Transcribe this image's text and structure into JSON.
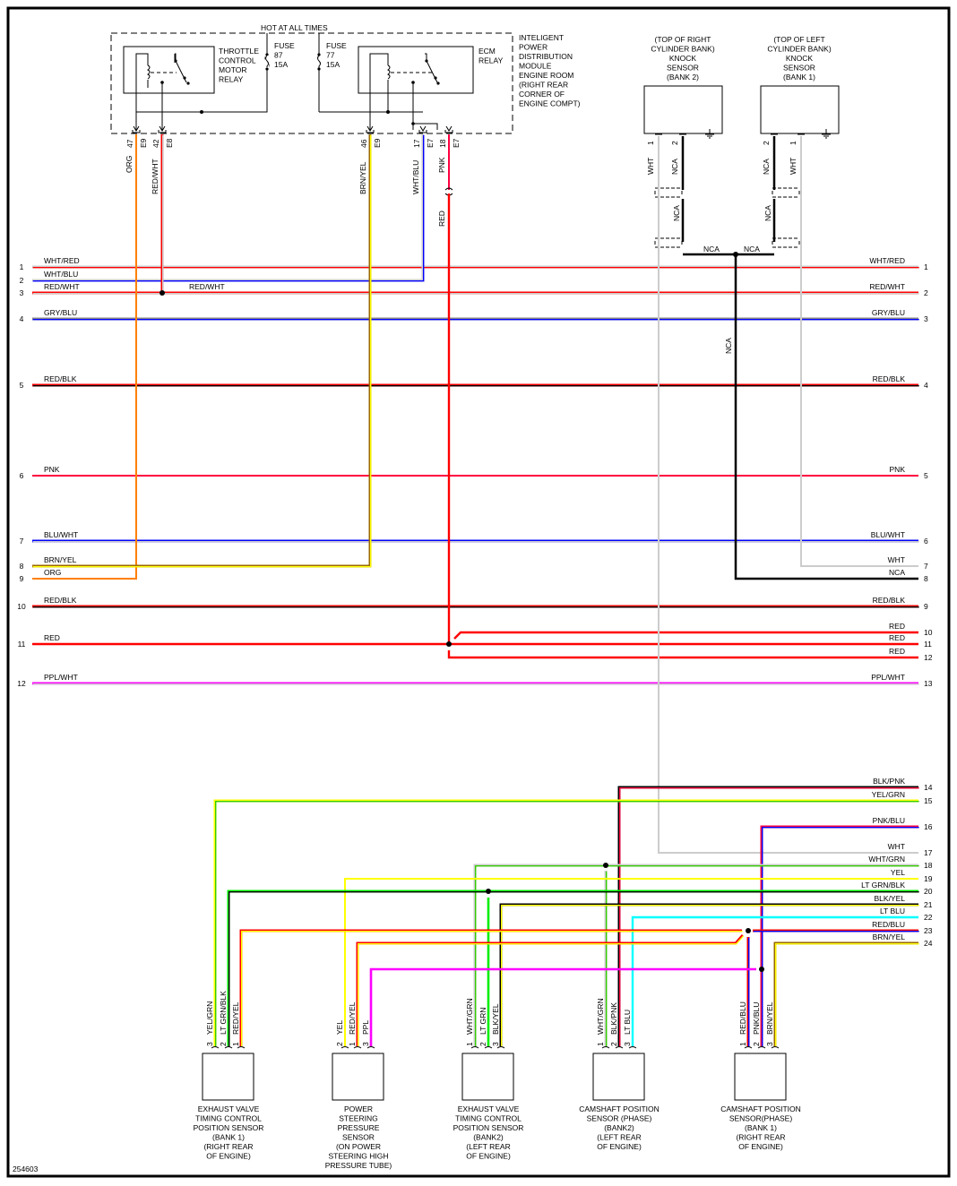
{
  "diagram_id": "254603",
  "ipdm": {
    "hot_label": "HOT AT ALL TIMES",
    "module_label": [
      "INTELIGENT",
      "POWER",
      "DISTRIBUTION",
      "MODULE",
      "ENGINE ROOM",
      "(RIGHT REAR",
      "CORNER OF",
      "ENGINE COMPT)"
    ],
    "throttle_relay_label": [
      "THROTTLE",
      "CONTROL",
      "MOTOR",
      "RELAY"
    ],
    "ecm_relay_label": [
      "ECM",
      "RELAY"
    ],
    "fuse_a": [
      "FUSE",
      "87",
      "15A"
    ],
    "fuse_b": [
      "FUSE",
      "77",
      "15A"
    ],
    "pins": [
      {
        "pin": "47",
        "conn": "E9",
        "wire": "ORG"
      },
      {
        "pin": "42",
        "conn": "E8",
        "wire": "RED/WHT"
      },
      {
        "pin": "46",
        "conn": "E9",
        "wire": "BRN/YEL"
      },
      {
        "pin": "17",
        "conn": "E7",
        "wire": "WHT/BLU"
      },
      {
        "pin": "18",
        "conn": "E7",
        "wire": "PNK"
      }
    ],
    "splice_wire": "RED"
  },
  "knock_sensors": [
    {
      "label": [
        "(TOP OF RIGHT",
        "CYLINDER BANK)",
        "KNOCK",
        "SENSOR",
        "(BANK 2)"
      ],
      "pins": [
        {
          "pin": "1",
          "wire": "WHT"
        },
        {
          "pin": "2",
          "wire": "NCA"
        }
      ]
    },
    {
      "label": [
        "(TOP OF LEFT",
        "CYLINDER BANK)",
        "KNOCK",
        "SENSOR",
        "(BANK 1)"
      ],
      "pins": [
        {
          "pin": "2",
          "wire": "NCA"
        },
        {
          "pin": "1",
          "wire": "WHT"
        }
      ]
    }
  ],
  "shield_labels": {
    "nca": "NCA"
  },
  "left_rows": [
    {
      "num": "1",
      "label": "WHT/RED"
    },
    {
      "num": "2",
      "label": "WHT/BLU"
    },
    {
      "num": "3",
      "label": "RED/WHT"
    },
    {
      "num": "4",
      "label": "GRY/BLU"
    },
    {
      "num": "5",
      "label": "RED/BLK"
    },
    {
      "num": "6",
      "label": "PNK"
    },
    {
      "num": "7",
      "label": "BLU/WHT"
    },
    {
      "num": "8",
      "label": "BRN/YEL"
    },
    {
      "num": "9",
      "label": "ORG"
    },
    {
      "num": "10",
      "label": "RED/BLK"
    },
    {
      "num": "11",
      "label": "RED"
    },
    {
      "num": "12",
      "label": "PPL/WHT"
    }
  ],
  "mid_label_row3": "RED/WHT",
  "right_rows": [
    {
      "num": "1",
      "label": "WHT/RED"
    },
    {
      "num": "2",
      "label": "RED/WHT"
    },
    {
      "num": "3",
      "label": "GRY/BLU"
    },
    {
      "num": "4",
      "label": "RED/BLK"
    },
    {
      "num": "5",
      "label": "PNK"
    },
    {
      "num": "6",
      "label": "BLU/WHT"
    },
    {
      "num": "7",
      "label": "WHT"
    },
    {
      "num": "8",
      "label": "NCA"
    },
    {
      "num": "9",
      "label": "RED/BLK"
    },
    {
      "num": "10",
      "label": "RED"
    },
    {
      "num": "11",
      "label": "RED"
    },
    {
      "num": "12",
      "label": "RED"
    },
    {
      "num": "13",
      "label": "PPL/WHT"
    },
    {
      "num": "14",
      "label": "BLK/PNK"
    },
    {
      "num": "15",
      "label": "YEL/GRN"
    },
    {
      "num": "16",
      "label": "PNK/BLU"
    },
    {
      "num": "17",
      "label": "WHT"
    },
    {
      "num": "18",
      "label": "WHT/GRN"
    },
    {
      "num": "19",
      "label": "YEL"
    },
    {
      "num": "20",
      "label": "LT GRN/BLK"
    },
    {
      "num": "21",
      "label": "BLK/YEL"
    },
    {
      "num": "22",
      "label": "LT BLU"
    },
    {
      "num": "23",
      "label": "RED/BLU"
    },
    {
      "num": "24",
      "label": "BRN/YEL"
    }
  ],
  "bottom_sensors": [
    {
      "label": [
        "EXHAUST VALVE",
        "TIMING CONTROL",
        "POSITION SENSOR",
        "(BANK 1)",
        "(RIGHT REAR",
        "OF ENGINE)"
      ],
      "pins": [
        {
          "pin": "3",
          "wire": "YEL/GRN"
        },
        {
          "pin": "2",
          "wire": "LT GRN/BLK"
        },
        {
          "pin": "1",
          "wire": "RED/YEL"
        }
      ]
    },
    {
      "label": [
        "POWER",
        "STEERING",
        "PRESSURE",
        "SENSOR",
        "(ON POWER",
        "STEERING HIGH",
        "PRESSURE TUBE)"
      ],
      "pins": [
        {
          "pin": "2",
          "wire": "YEL"
        },
        {
          "pin": "1",
          "wire": "RED/YEL"
        },
        {
          "pin": "3",
          "wire": "PPL"
        }
      ]
    },
    {
      "label": [
        "EXHAUST VALVE",
        "TIMING CONTROL",
        "POSITION SENSOR",
        "(BANK2)",
        "(LEFT REAR",
        "OF ENGINE)"
      ],
      "pins": [
        {
          "pin": "1",
          "wire": "WHT/GRN"
        },
        {
          "pin": "2",
          "wire": "LT GRN"
        },
        {
          "pin": "3",
          "wire": "BLK/YEL"
        }
      ]
    },
    {
      "label": [
        "CAMSHAFT POSITION",
        "SENSOR (PHASE)",
        "(BANK2)",
        "(LEFT REAR",
        "OF ENGINE)"
      ],
      "pins": [
        {
          "pin": "1",
          "wire": "WHT/GRN"
        },
        {
          "pin": "2",
          "wire": "BLK/PNK"
        },
        {
          "pin": "3",
          "wire": "LT BLU"
        }
      ]
    },
    {
      "label": [
        "CAMSHAFT POSITION",
        "SENSOR(PHASE)",
        "(BANK 1)",
        "(RIGHT REAR",
        "OF ENGINE)"
      ],
      "pins": [
        {
          "pin": "1",
          "wire": "RED/BLU"
        },
        {
          "pin": "2",
          "wire": "PNK/BLU"
        },
        {
          "pin": "3",
          "wire": "BRN/YEL"
        }
      ]
    }
  ],
  "colors": {
    "RED": "#ff0000",
    "WHT": "#cccccc",
    "BLU": "#0000ff",
    "GRY": "#888888",
    "BLK": "#000000",
    "PNK": "#ff0040",
    "ORG": "#ff8000",
    "YEL": "#ffff00",
    "BRN": "#9a6a00",
    "PPL": "#ff00ff",
    "GRN": "#33cc00",
    "LTGRN": "#00ee00",
    "LTBLU": "#00ffff",
    "NCA": "#000000"
  }
}
